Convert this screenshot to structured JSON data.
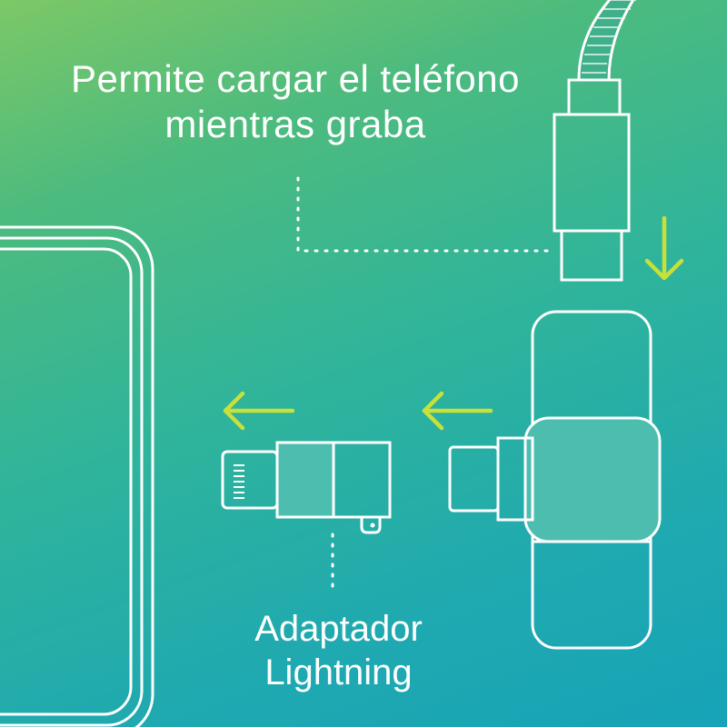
{
  "diagram": {
    "labels": {
      "charge_line_1": "Permite cargar el teléfono",
      "charge_line_2": "mientras graba",
      "adapter_line_1": "Adaptador",
      "adapter_line_2": "Lightning"
    },
    "colors": {
      "background_top": "#7cc866",
      "background_bottom": "#17a3b8",
      "outline": "#ffffff",
      "arrow": "#c8e03a",
      "fill_teal": "#4dbdb0"
    },
    "icons": [
      "phone-outline-icon",
      "usb-c-cable-icon",
      "receiver-icon",
      "lightning-adapter-icon",
      "arrow-down-icon",
      "arrow-left-icon"
    ]
  }
}
